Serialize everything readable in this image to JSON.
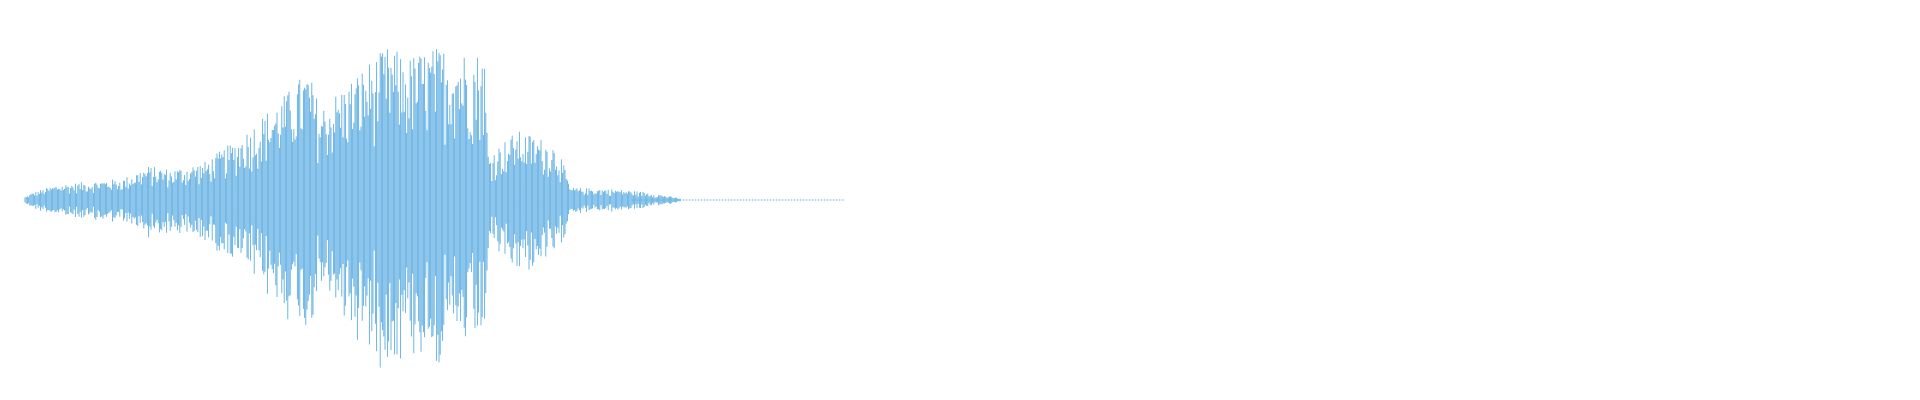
{
  "waveform": {
    "color": "#5dade2",
    "background": "#ffffff",
    "envelope_profile": [
      {
        "t": 0.0,
        "amp": 0.02
      },
      {
        "t": 0.01,
        "amp": 0.05
      },
      {
        "t": 0.04,
        "amp": 0.1
      },
      {
        "t": 0.08,
        "amp": 0.12
      },
      {
        "t": 0.12,
        "amp": 0.14
      },
      {
        "t": 0.15,
        "amp": 0.22
      },
      {
        "t": 0.18,
        "amp": 0.2
      },
      {
        "t": 0.22,
        "amp": 0.25
      },
      {
        "t": 0.26,
        "amp": 0.4
      },
      {
        "t": 0.29,
        "amp": 0.55
      },
      {
        "t": 0.32,
        "amp": 0.7
      },
      {
        "t": 0.345,
        "amp": 0.85
      },
      {
        "t": 0.36,
        "amp": 0.6
      },
      {
        "t": 0.39,
        "amp": 0.75
      },
      {
        "t": 0.42,
        "amp": 0.9
      },
      {
        "t": 0.445,
        "amp": 1.0
      },
      {
        "t": 0.465,
        "amp": 0.92
      },
      {
        "t": 0.49,
        "amp": 0.98
      },
      {
        "t": 0.52,
        "amp": 1.0
      },
      {
        "t": 0.545,
        "amp": 0.95
      },
      {
        "t": 0.56,
        "amp": 0.98
      },
      {
        "t": 0.565,
        "amp": 0.3
      },
      {
        "t": 0.6,
        "amp": 0.45
      },
      {
        "t": 0.63,
        "amp": 0.4
      },
      {
        "t": 0.65,
        "amp": 0.35
      },
      {
        "t": 0.665,
        "amp": 0.08
      },
      {
        "t": 0.72,
        "amp": 0.07
      },
      {
        "t": 0.76,
        "amp": 0.05
      },
      {
        "t": 0.8,
        "amp": 0.01
      },
      {
        "t": 1.0,
        "amp": 0.0
      }
    ]
  }
}
